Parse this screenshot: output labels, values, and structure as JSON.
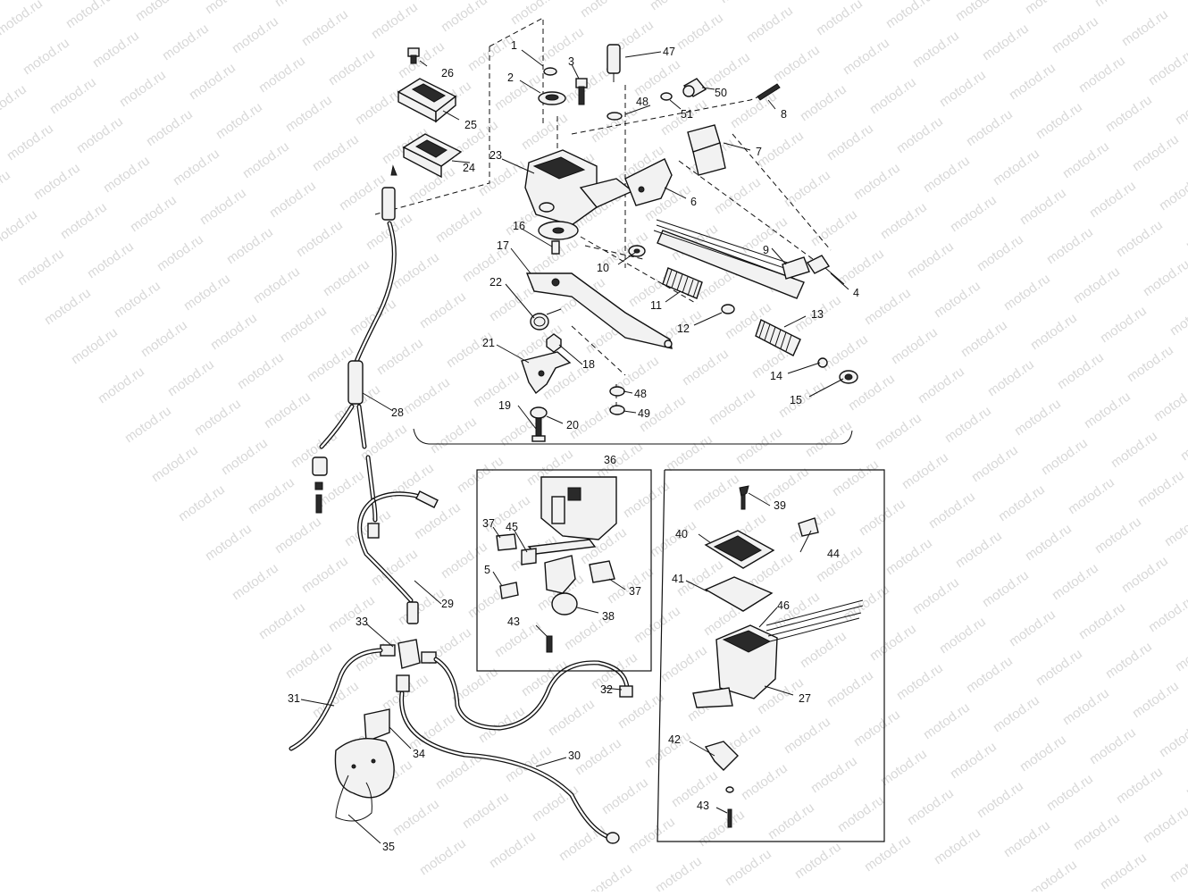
{
  "watermark": {
    "text": "motod.ru"
  },
  "labels": {
    "l1": "1",
    "l2": "2",
    "l3": "3",
    "l4": "4",
    "l5": "5",
    "l6": "6",
    "l7": "7",
    "l8": "8",
    "l9": "9",
    "l10": "10",
    "l11": "11",
    "l12": "12",
    "l13": "13",
    "l14": "14",
    "l15": "15",
    "l16": "16",
    "l17": "17",
    "l18": "18",
    "l19": "19",
    "l20": "20",
    "l21": "21",
    "l22": "22",
    "l23": "23",
    "l24": "24",
    "l25": "25",
    "l26": "26",
    "l27": "27",
    "l28": "28",
    "l29": "29",
    "l30": "30",
    "l31": "31",
    "l32": "32",
    "l33": "33",
    "l34": "34",
    "l35": "35",
    "l36": "36",
    "l37a": "37",
    "l37b": "37",
    "l38": "38",
    "l39": "39",
    "l40": "40",
    "l41": "41",
    "l42": "42",
    "l43a": "43",
    "l43b": "43",
    "l44": "44",
    "l45": "45",
    "l46": "46",
    "l47": "47",
    "l48a": "48",
    "l48b": "48",
    "l49": "49",
    "l50": "50",
    "l51": "51"
  }
}
